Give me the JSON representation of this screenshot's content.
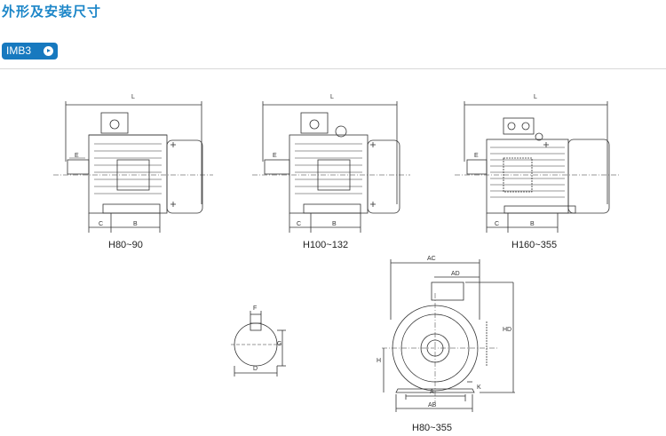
{
  "page": {
    "title": "外形及安装尺寸",
    "badge_label": "IMB3",
    "badge_icon": "circle-arrow-right-icon",
    "accent_color": "#1c86c8"
  },
  "drawings": {
    "side1": {
      "caption": "H80~90",
      "L": "L",
      "E": "E",
      "C": "C",
      "B": "B"
    },
    "side2": {
      "caption": "H100~132",
      "L": "L",
      "E": "E",
      "C": "C",
      "B": "B"
    },
    "side3": {
      "caption": "H160~355",
      "L": "L",
      "E": "E",
      "C": "C",
      "B": "B"
    },
    "shaft": {
      "F": "F",
      "G": "G",
      "D": "D"
    },
    "front": {
      "caption": "H80~355",
      "AC": "AC",
      "AD": "AD",
      "HD": "HD",
      "H": "H",
      "A": "A",
      "AB": "AB",
      "K": "K"
    }
  }
}
